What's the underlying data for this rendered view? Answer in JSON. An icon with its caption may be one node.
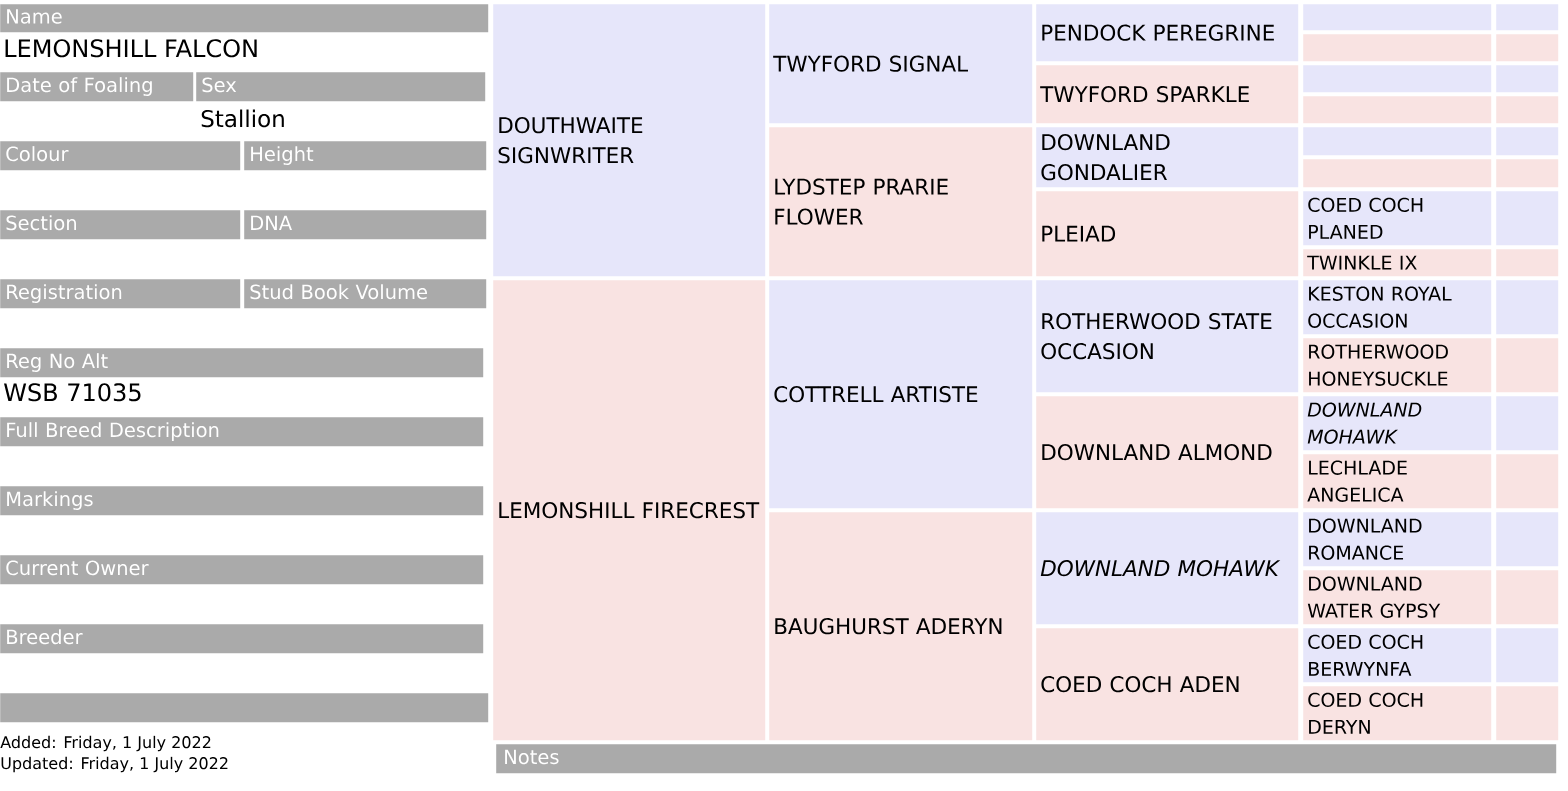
{
  "diagram": {
    "nodes": [
      {
        "text": [
          "Name"
        ],
        "beside": [
          "LEMONSHILL FALCON"
        ]
      },
      {
        "text": [
          "Date of Foaling"
        ]
      },
      {
        "text": [
          "Sex"
        ],
        "beside": [
          "Stallion"
        ]
      },
      {
        "text": [
          "Colour"
        ]
      },
      {
        "text": [
          "Height"
        ]
      },
      {
        "text": [
          "Section"
        ]
      },
      {
        "text": [
          "DNA"
        ]
      },
      {
        "text": [
          "Registration"
        ]
      },
      {
        "text": [
          "Stud Book Volume"
        ]
      },
      {
        "text": [
          "Reg No Alt"
        ],
        "beside": [
          "WSB 71035"
        ]
      },
      {
        "text": [
          "Full Breed Description"
        ]
      },
      {
        "text": [
          "Markings"
        ]
      },
      {
        "text": [
          "Current Owner"
        ]
      },
      {
        "text": [
          "Breeder"
        ]
      },
      {
        "text": [],
        "shape": "box"
      },
      {
        "text": [
          "DOUTHWAITE SIGNWRITER"
        ]
      },
      {
        "text": [
          "LEMONSHILL FIRECREST"
        ]
      },
      {
        "text": [
          "TWYFORD SIGNAL"
        ]
      },
      {
        "text": [
          "LYDSTEP PRARIE FLOWER"
        ]
      },
      {
        "text": [
          "COTTRELL ARTISTE"
        ]
      },
      {
        "text": [
          "BAUGHURST ADERYN"
        ]
      },
      {
        "text": [
          "PENDOCK PEREGRINE"
        ]
      },
      {
        "text": [
          "TWYFORD SPARKLE"
        ]
      },
      {
        "text": [
          "DOWNLAND GONDALIER"
        ]
      },
      {
        "text": [
          "PLEIAD"
        ]
      },
      {
        "text": [
          "ROTHERWOOD STATE OCCASION"
        ]
      },
      {
        "text": [
          "DOWNLAND ALMOND"
        ]
      },
      {
        "text": [
          "DOWNLAND MOHAWK"
        ]
      },
      {
        "text": [
          "COED COCH ADEN"
        ]
      },
      {
        "text": [],
        "shape": "box"
      },
      {
        "text": [],
        "shape": "box"
      },
      {
        "text": [],
        "shape": "box"
      },
      {
        "text": [],
        "shape": "box"
      },
      {
        "text": [],
        "shape": "box"
      },
      {
        "text": [],
        "shape": "box"
      },
      {
        "text": [
          "COED COCH PLANED"
        ]
      },
      {
        "text": [
          "TWINKLE IX"
        ]
      },
      {
        "text": [
          "KESTON ROYAL OCCASION"
        ]
      },
      {
        "text": [
          "ROTHERWOOD HONEYSUCKLE"
        ]
      },
      {
        "text": [
          "DOWNLAND MOHAWK"
        ]
      },
      {
        "text": [
          "LECHLADE ANGELICA"
        ]
      },
      {
        "text": [
          "DOWNLAND ROMANCE"
        ]
      },
      {
        "text": [
          "DOWNLAND WATER GYPSY"
        ]
      },
      {
        "text": [
          "COED COCH BERWYNFA"
        ]
      },
      {
        "text": [
          "COED COCH DERYN"
        ]
      },
      {
        "text": [],
        "shape": "box"
      },
      {
        "text": [],
        "shape": "box"
      },
      {
        "text": [],
        "shape": "box"
      },
      {
        "text": [],
        "shape": "box"
      },
      {
        "text": [],
        "shape": "box"
      },
      {
        "text": [],
        "shape": "box"
      },
      {
        "text": [],
        "shape": "box"
      },
      {
        "text": [],
        "shape": "box"
      },
      {
        "text": [],
        "shape": "box"
      },
      {
        "text": [],
        "shape": "box"
      },
      {
        "text": [],
        "shape": "box"
      },
      {
        "text": [],
        "shape": "box"
      },
      {
        "text": [],
        "shape": "box"
      },
      {
        "text": [],
        "shape": "box"
      },
      {
        "text": [],
        "shape": "box"
      },
      {
        "text": [],
        "shape": "box"
      },
      {
        "text": [
          "Notes"
        ]
      }
    ],
    "labels": [
      "Added: Friday, 1 July 2022",
      "Updated: Friday, 1 July 2022"
    ]
  }
}
